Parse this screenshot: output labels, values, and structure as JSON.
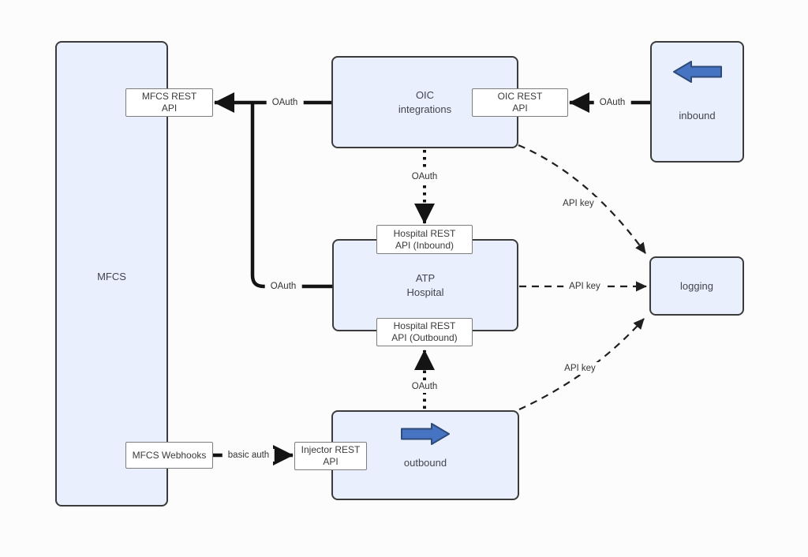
{
  "diagram": {
    "nodes": {
      "mfcs": {
        "label": "MFCS"
      },
      "oic_integrations": {
        "line1": "OIC",
        "line2": "integrations"
      },
      "inbound": {
        "label": "inbound"
      },
      "atp_hospital": {
        "line1": "ATP",
        "line2": "Hospital"
      },
      "outbound": {
        "label": "outbound"
      },
      "logging": {
        "label": "logging"
      }
    },
    "subnodes": {
      "mfcs_rest_api": {
        "line1": "MFCS REST",
        "line2": "API"
      },
      "mfcs_webhooks": {
        "label": "MFCS Webhooks"
      },
      "oic_rest_api": {
        "line1": "OIC REST",
        "line2": "API"
      },
      "hospital_rest_inbound": {
        "line1": "Hospital REST",
        "line2": "API (Inbound)"
      },
      "hospital_rest_outbound": {
        "line1": "Hospital REST",
        "line2": "API (Outbound)"
      },
      "injector_rest_api": {
        "line1": "Injector REST",
        "line2": "API"
      }
    },
    "edge_labels": {
      "oauth_oic_to_mfcs": "OAuth",
      "oauth_inbound_to_oic": "OAuth",
      "oauth_oic_to_hospital_inbound": "OAuth",
      "oauth_atp_to_mfcs": "OAuth",
      "oauth_outbound_to_hospital_outbound": "OAuth",
      "basic_auth_webhooks_to_injector": "basic auth",
      "api_key_oic_to_logging": "API key",
      "api_key_atp_to_logging": "API key",
      "api_key_outbound_to_logging": "API key"
    },
    "colors": {
      "node_fill": "#e9effc",
      "node_border": "#3b3b3b",
      "subnode_fill": "#ffffff",
      "subnode_border": "#7d7d7d",
      "wire": "#141414",
      "blue_arrow_fill": "#4673c2",
      "blue_arrow_border": "#2e4b79",
      "background": "#fcfcfc",
      "text": "#3a3a3a"
    }
  }
}
